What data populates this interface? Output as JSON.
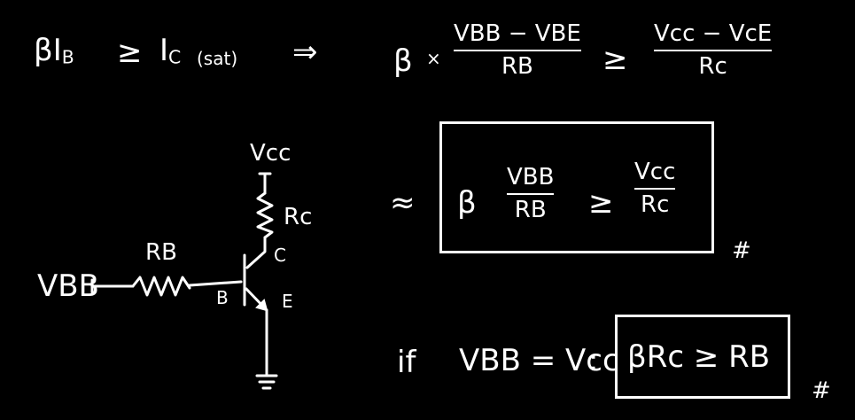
{
  "top_left": {
    "beta": "β",
    "ib": "I",
    "ib_sub": "B",
    "geq": "≥",
    "ic": "I",
    "ic_sub": "C",
    "sat": "(sat)",
    "implies": "⇒"
  },
  "top_right": {
    "beta": "β",
    "times": "×",
    "num1": "VBB − VBE",
    "den1": "RB",
    "geq": "≥",
    "num2": "Vcc − VcE",
    "den2": "Rc"
  },
  "approx_eq": {
    "approx": "≈",
    "beta": "β",
    "num1": "VBB",
    "den1": "RB",
    "geq": "≥",
    "num2": "Vcc",
    "den2": "Rc",
    "mark": "#"
  },
  "condition": {
    "if": "if",
    "lhs": "VBB = Vcc",
    "colon": ":",
    "result": "βRc ≥ RB",
    "mark": "#"
  },
  "circuit": {
    "vcc": "Vcc",
    "rc": "Rc",
    "c": "C",
    "rb": "RB",
    "vbb": "VBB",
    "b": "B",
    "e": "E"
  }
}
